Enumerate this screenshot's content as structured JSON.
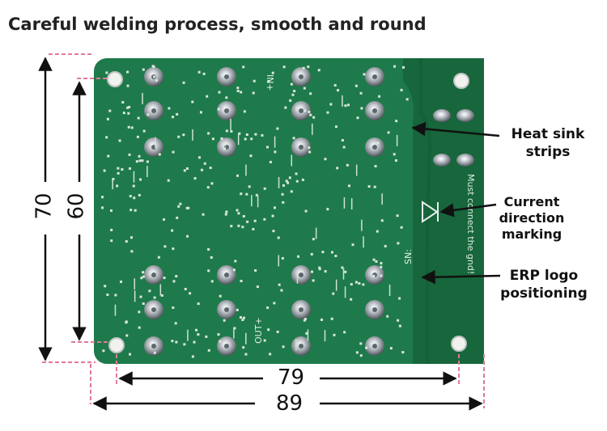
{
  "title": "Careful welding process, smooth and round",
  "dimensions": {
    "outer_height": "70",
    "inner_height": "60",
    "inner_width": "79",
    "outer_width": "89"
  },
  "callouts": {
    "heat_sink": [
      "Heat sink",
      "strips"
    ],
    "current_direction": [
      "Current",
      "direction",
      "marking"
    ],
    "erp_logo": [
      "ERP logo",
      "positioning"
    ]
  },
  "board": {
    "color": "#1e7a4a",
    "silkscreen": {
      "in_plus": "IN+",
      "out_plus": "OUT+",
      "sn": "SN:",
      "note": "Must connect the gnd!"
    }
  },
  "colors": {
    "dim_dash": "#e07a9a",
    "pad": "#c9ced3",
    "arrow": "#111111"
  }
}
